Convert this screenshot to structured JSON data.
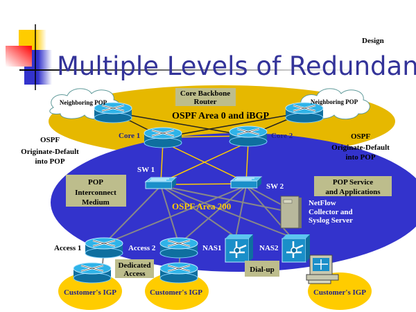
{
  "header": {
    "title": "Multiple Levels of Redundancy",
    "section": "Design"
  },
  "colors": {
    "title": "#333399",
    "core_area": "#e6b800",
    "pop_area": "#3333cc",
    "label_box": "#bdbd8c",
    "customer": "#ffcc00",
    "device": "#1a8fc9"
  },
  "diagram": {
    "core_label": [
      "Core Backbone",
      "Router"
    ],
    "core_area_label": "OSPF Area 0 and iBGP",
    "pop_area_label": "OSPF Area 200",
    "neighboring_pop_left": "Neighboring POP",
    "neighboring_pop_right": "Neighboring POP",
    "core1": "Core 1",
    "core2": "Core 2",
    "sw1": "SW 1",
    "sw2": "SW 2",
    "ospf_left": [
      "OSPF",
      "Originate-Default",
      "into POP"
    ],
    "ospf_right": [
      "OSPF",
      "Originate-Default",
      "into POP"
    ],
    "pop_interconnect": [
      "POP",
      "Interconnect",
      "Medium"
    ],
    "pop_service": [
      "POP Service",
      "and Applications"
    ],
    "server_label": [
      "NetFlow",
      "Collector and",
      "Syslog Server"
    ],
    "access1": "Access 1",
    "access2": "Access 2",
    "nas1": "NAS1",
    "nas2": "NAS2",
    "dedicated_access": [
      "Dedicated",
      "Access"
    ],
    "dialup": "Dial-up",
    "customer_igp": [
      "Customer's IGP",
      "Customer's IGP",
      "Customer's IGP"
    ]
  }
}
